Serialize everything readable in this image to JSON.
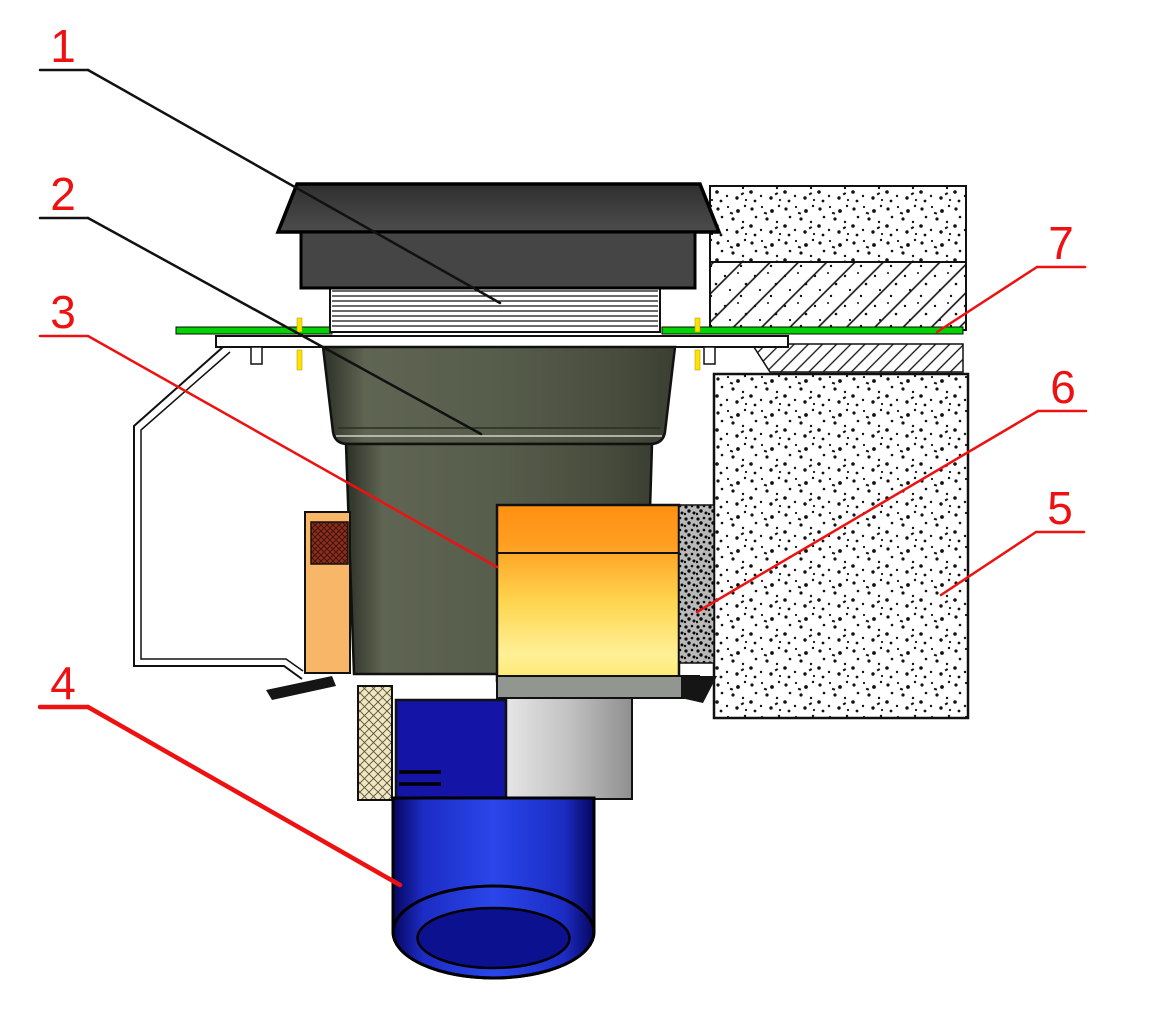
{
  "figure": {
    "type": "technical-cross-section",
    "callouts": [
      {
        "number": "1"
      },
      {
        "number": "2"
      },
      {
        "number": "3"
      },
      {
        "number": "4"
      },
      {
        "number": "5"
      },
      {
        "number": "6"
      },
      {
        "number": "7"
      }
    ],
    "colors": {
      "callout_red": "#ee1111",
      "leader_black": "#111111",
      "membrane_green": "#00d400",
      "pipe_blue": "#2a46ea",
      "coupling_navy": "#1414a6",
      "outlet_orange": "#ff9d1f",
      "body_olive": "#575d4b",
      "cover_gray": "#3f3f3f",
      "clamp_tan": "#f7b668",
      "concrete_white": "#ffffff"
    }
  }
}
